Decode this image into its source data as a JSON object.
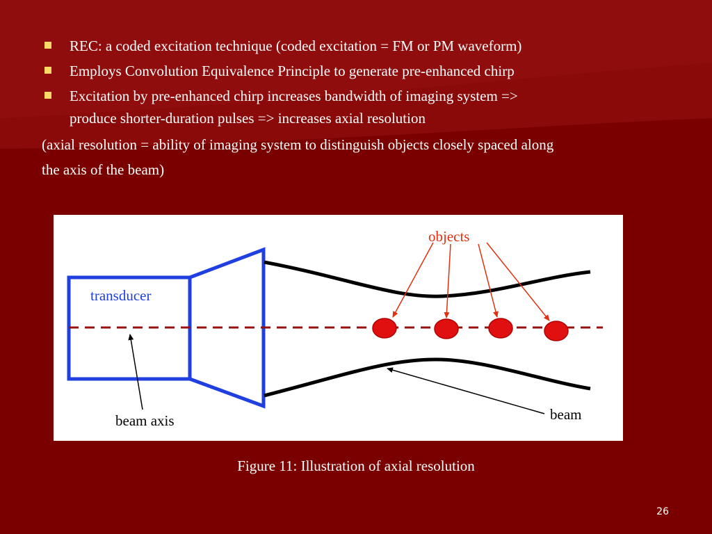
{
  "slide": {
    "bullets": [
      {
        "text": "REC: a coded excitation technique (coded excitation = FM or PM waveform)",
        "text2": ""
      },
      {
        "text": "Employs Convolution Equivalence Principle to generate pre-enhanced chirp",
        "text2": ""
      },
      {
        "text": "Excitation by pre-enhanced chirp increases bandwidth of imaging system =>",
        "text2": "produce shorter-duration pulses => increases axial resolution"
      }
    ],
    "paragraph_line1": "(axial resolution = ability of imaging system to distinguish objects closely spaced along",
    "paragraph_line2": "the axis of the beam)",
    "caption": "Figure 11: Illustration of axial resolution",
    "page_number": "26"
  },
  "figure": {
    "labels": {
      "transducer": "transducer",
      "objects": "objects",
      "beam": "beam",
      "beam_axis": "beam axis"
    },
    "object_count": 4
  },
  "colors": {
    "background": "#7a0000",
    "bullet_marker": "#ffd966",
    "transducer": "#1f3fe0",
    "object_fill": "#e01010",
    "beam_axis_line": "#9a1010",
    "objects_label": "#e03010",
    "transducer_label": "#1f3fe0"
  }
}
